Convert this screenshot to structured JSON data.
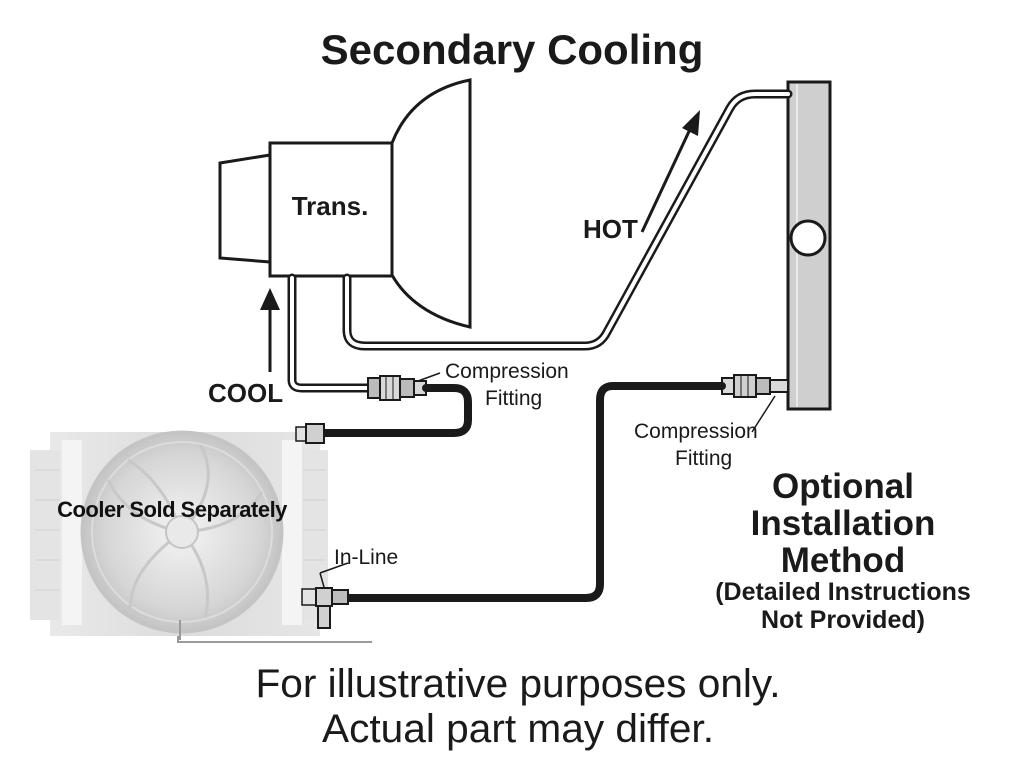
{
  "title": "Secondary Cooling",
  "labels": {
    "trans": "Trans.",
    "hot": "HOT",
    "cool": "COOL",
    "compression_fitting_top": [
      "Compression",
      "Fitting"
    ],
    "compression_fitting_right": [
      "Compression",
      "Fitting"
    ],
    "cooler": "Cooler Sold Separately",
    "inline": "In-Line"
  },
  "optional_method": {
    "lines": [
      "Optional",
      "Installation",
      "Method"
    ],
    "note_lines": [
      "(Detailed Instructions",
      "Not Provided)"
    ]
  },
  "footer": {
    "lines": [
      "For illustrative purposes only.",
      "Actual part may differ."
    ]
  },
  "icons": {
    "transmission": "transmission-icon",
    "radiator": "radiator-icon",
    "cooler_fan": "fan-icon",
    "fitting": "fitting-icon",
    "arrow": "arrow-up-icon"
  }
}
